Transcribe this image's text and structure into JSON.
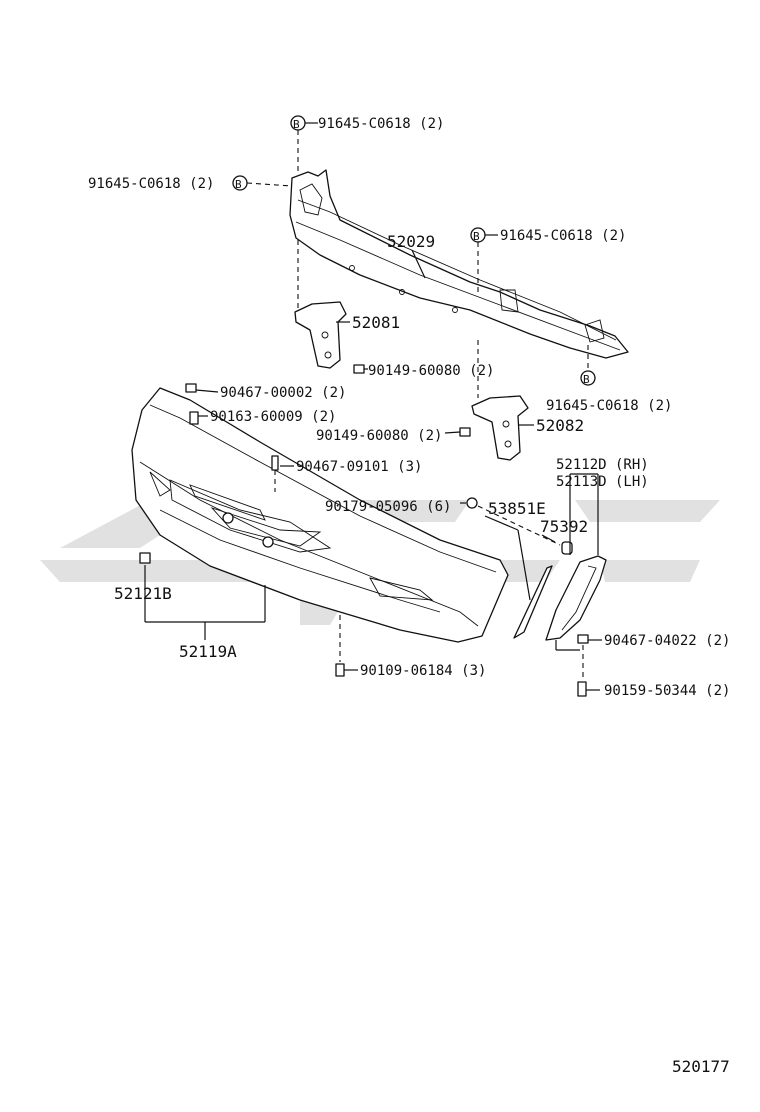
{
  "diagram_id": "520177",
  "colors": {
    "line": "#111111",
    "watermark": "#c8c8c8",
    "background": "#ffffff"
  },
  "callouts": [
    {
      "id": "c1",
      "text": "91645-C0618 (2)"
    },
    {
      "id": "c2",
      "text": "91645-C0618 (2)"
    },
    {
      "id": "c3",
      "text": "52029"
    },
    {
      "id": "c4",
      "text": "91645-C0618 (2)"
    },
    {
      "id": "c5",
      "text": "52081"
    },
    {
      "id": "c6",
      "text": "90149-60080 (2)"
    },
    {
      "id": "c7",
      "text": "91645-C0618 (2)"
    },
    {
      "id": "c8",
      "text": "90467-00002 (2)"
    },
    {
      "id": "c9",
      "text": "90163-60009 (2)"
    },
    {
      "id": "c10",
      "text": "90149-60080 (2)"
    },
    {
      "id": "c11",
      "text": "52082"
    },
    {
      "id": "c12",
      "text": "90467-09101 (3)"
    },
    {
      "id": "c13",
      "text": "52112D (RH)"
    },
    {
      "id": "c14",
      "text": "52113D (LH)"
    },
    {
      "id": "c15",
      "text": "90179-05096 (6)"
    },
    {
      "id": "c16",
      "text": "53851E"
    },
    {
      "id": "c17",
      "text": "75392"
    },
    {
      "id": "c18",
      "text": "52121B"
    },
    {
      "id": "c19",
      "text": "52119A"
    },
    {
      "id": "c20",
      "text": "90467-04022 (2)"
    },
    {
      "id": "c21",
      "text": "90109-06184 (3)"
    },
    {
      "id": "c22",
      "text": "90159-50344 (2)"
    }
  ],
  "markers": {
    "b_label": "B"
  }
}
